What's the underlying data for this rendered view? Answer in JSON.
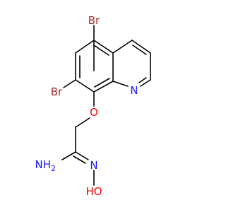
{
  "molecule": {
    "atoms": {
      "br5": {
        "label": "Br",
        "color": "#a52a2a"
      },
      "br7": {
        "label": "Br",
        "color": "#a52a2a"
      },
      "n_ring": {
        "label": "N",
        "color": "#1a1aff"
      },
      "o_ether": {
        "label": "O",
        "color": "#ff0000"
      },
      "nh2": {
        "label": "NH",
        "sub": "2",
        "color": "#1a1aff"
      },
      "n_oxime": {
        "label": "N",
        "color": "#1a1aff"
      },
      "oh": {
        "label": "HO",
        "color": "#ff0000"
      }
    }
  }
}
